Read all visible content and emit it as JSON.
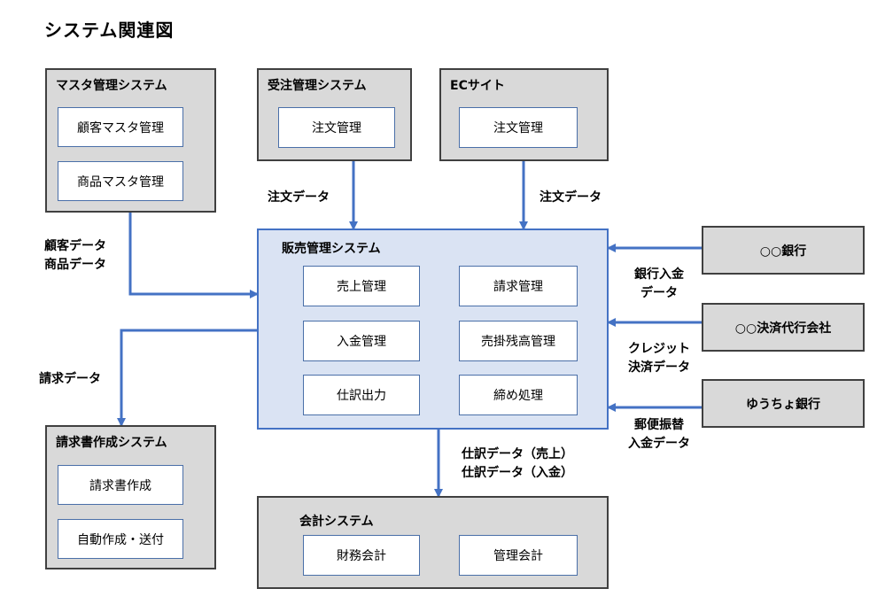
{
  "title": "システム関連図",
  "systems": {
    "master": {
      "title": "マスタ管理システム",
      "modules": [
        "顧客マスタ管理",
        "商品マスタ管理"
      ]
    },
    "order": {
      "title": "受注管理システム",
      "modules": [
        "注文管理"
      ]
    },
    "ec": {
      "title": "ECサイト",
      "modules": [
        "注文管理"
      ]
    },
    "sales": {
      "title": "販売管理システム",
      "modules": [
        "売上管理",
        "請求管理",
        "入金管理",
        "売掛残高管理",
        "仕訳出力",
        "締め処理"
      ]
    },
    "invoice": {
      "title": "請求書作成システム",
      "modules": [
        "請求書作成",
        "自動作成・送付"
      ]
    },
    "accounting": {
      "title": "会計システム",
      "modules": [
        "財務会計",
        "管理会計"
      ]
    },
    "bank1": {
      "title": "○○銀行"
    },
    "payment": {
      "title": "○○決済代行会社"
    },
    "yucho": {
      "title": "ゆうちょ銀行"
    }
  },
  "flows": {
    "order_data_1": "注文データ",
    "order_data_2": "注文データ",
    "customer_product": [
      "顧客データ",
      "商品データ"
    ],
    "billing_data": "請求データ",
    "bank_deposit": [
      "銀行入金",
      "データ"
    ],
    "credit_settlement": [
      "クレジット",
      "決済データ"
    ],
    "postal_transfer": [
      "郵便振替",
      "入金データ"
    ],
    "journal_data": [
      "仕訳データ（売上）",
      "仕訳データ（入金）"
    ]
  },
  "colors": {
    "arrow": "#4472c4",
    "system_fill": "#d9d9d9",
    "sales_fill": "#dae3f3",
    "module_border": "#4a6fa8"
  }
}
